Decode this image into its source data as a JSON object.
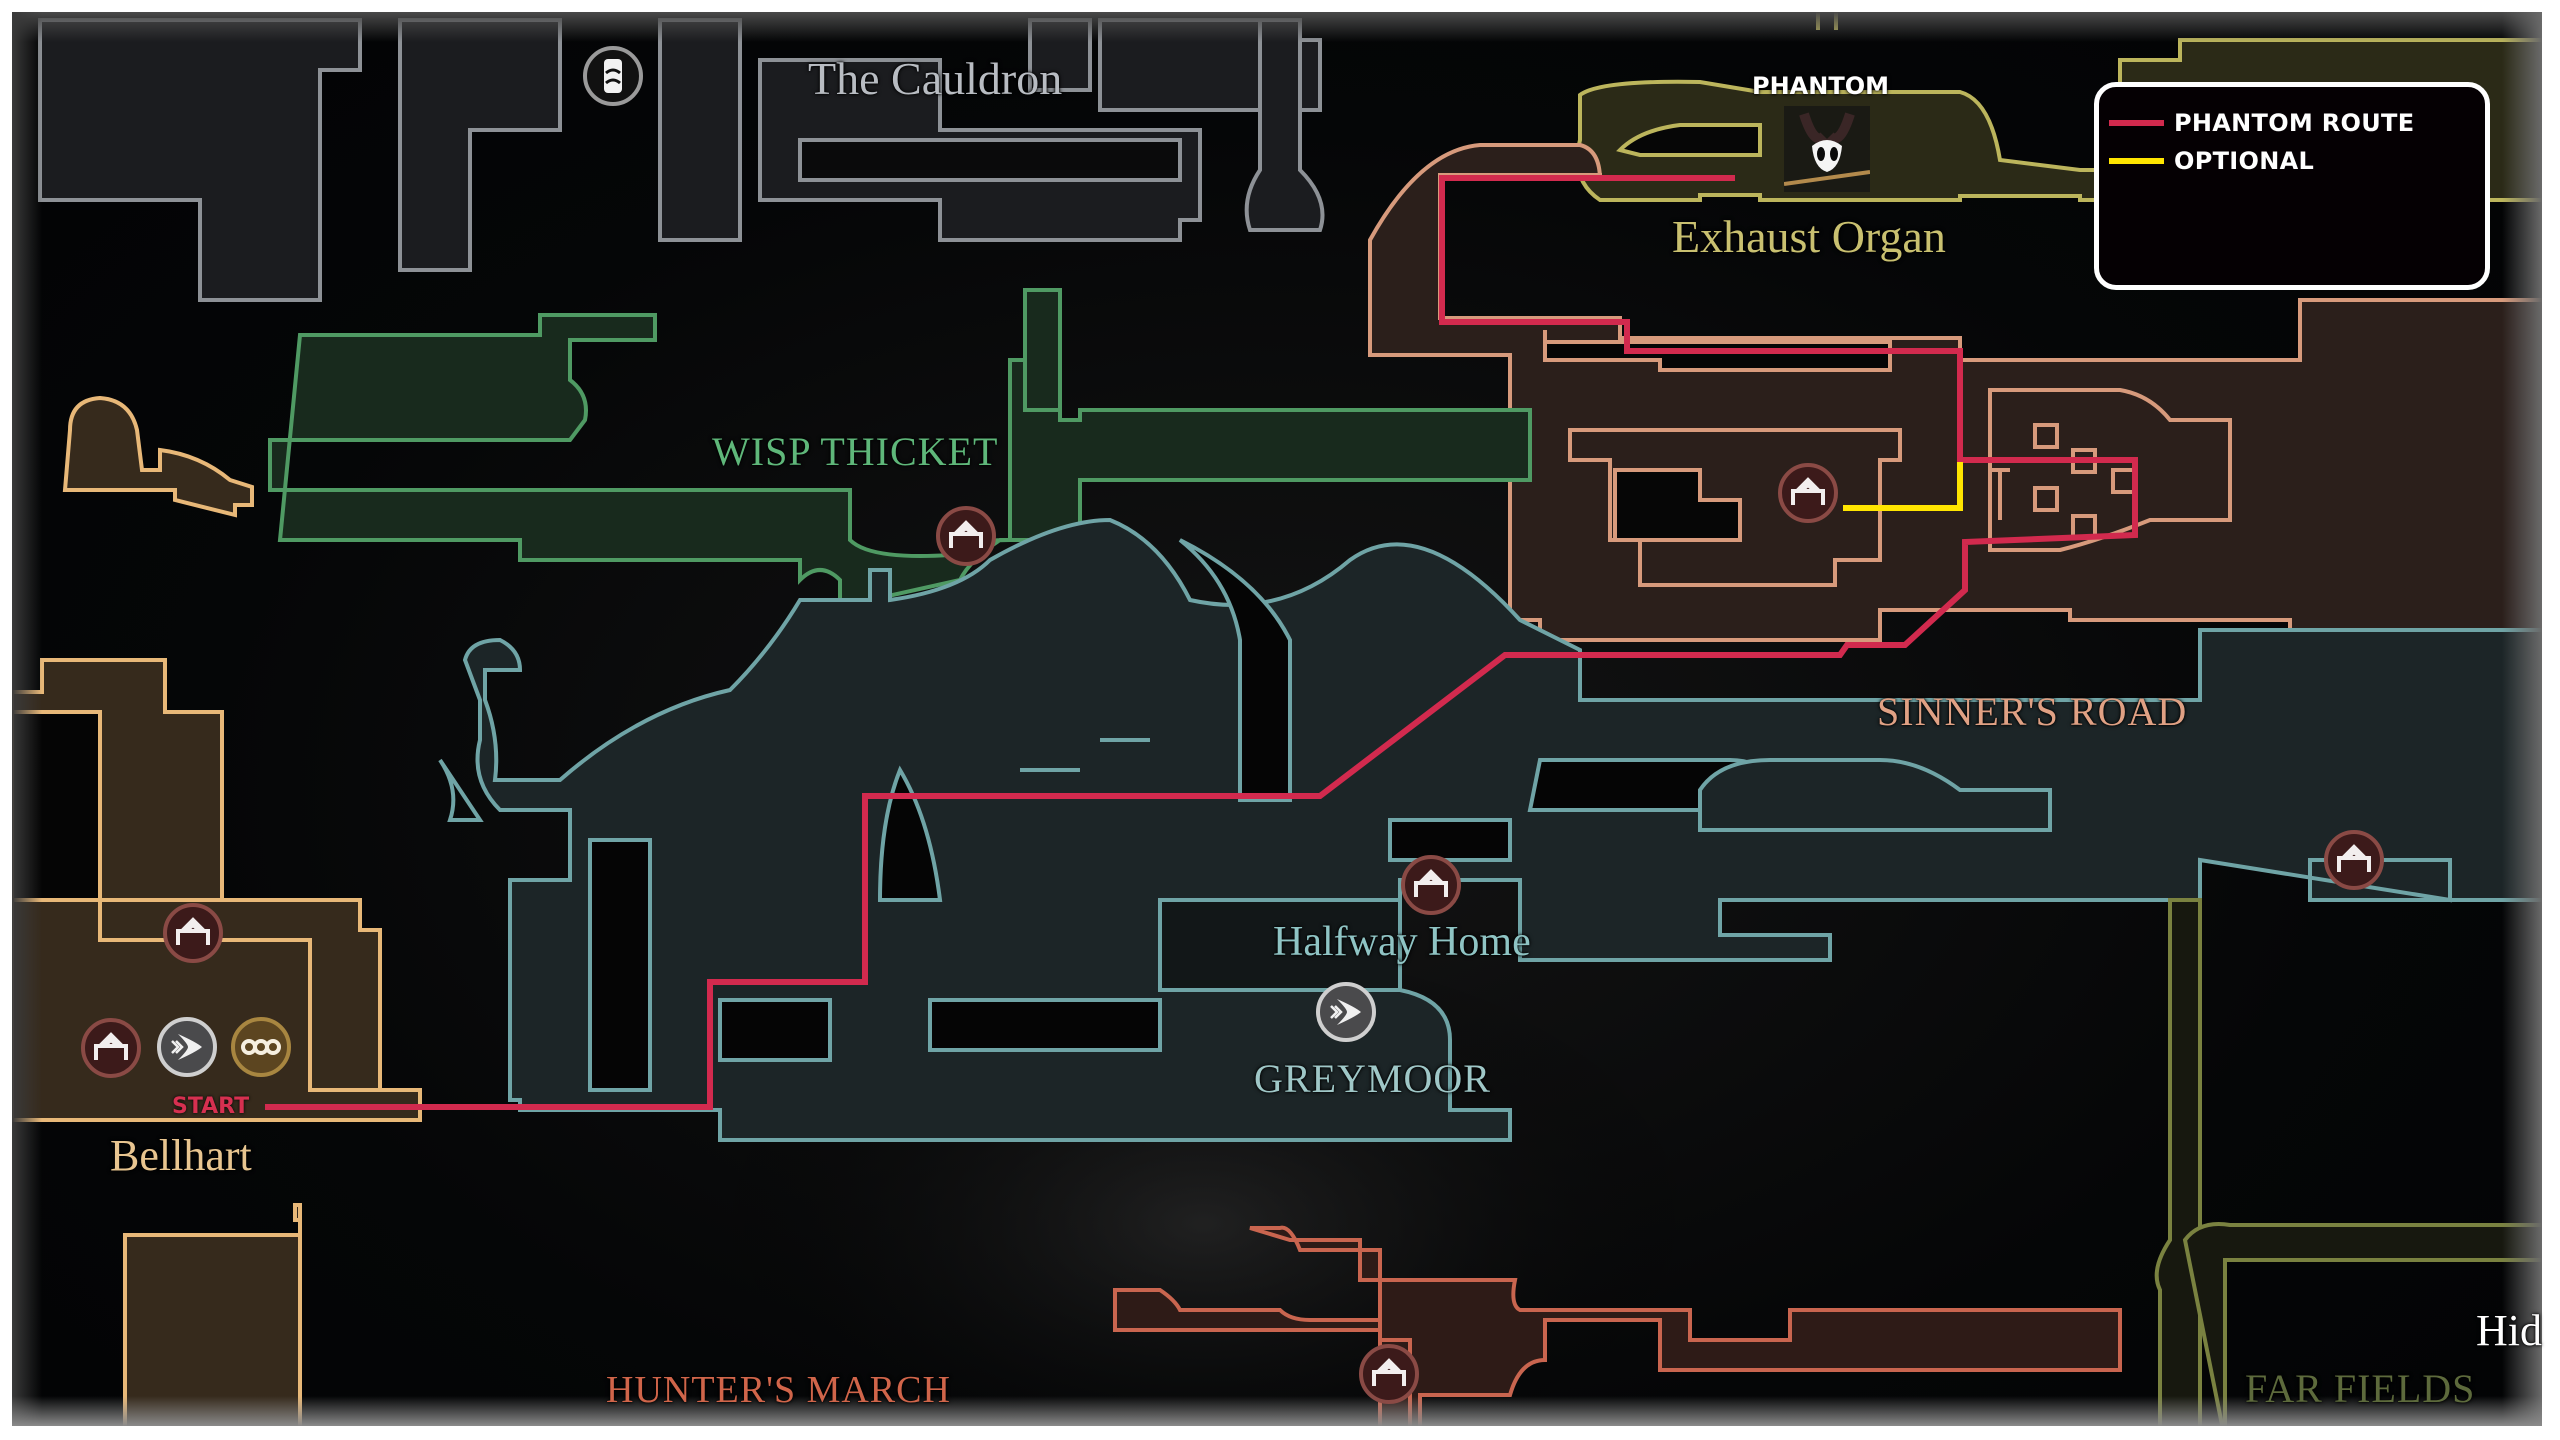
{
  "map": {
    "title": "Phantom route map",
    "areas": [
      {
        "id": "the-cauldron",
        "label": "The Cauldron",
        "color": "#b8bcc2"
      },
      {
        "id": "exhaust-organ",
        "label": "Exhaust Organ",
        "color": "#c9c070"
      },
      {
        "id": "wisp-thicket",
        "label": "WISP THICKET",
        "color": "#5fb77a"
      },
      {
        "id": "sinners-road",
        "label": "SINNER'S ROAD",
        "color": "#e0a184"
      },
      {
        "id": "halfway-home",
        "label": "Halfway Home",
        "color": "#8fc4c4"
      },
      {
        "id": "greymoor",
        "label": "GREYMOOR",
        "color": "#9fc7c7"
      },
      {
        "id": "bellhart",
        "label": "Bellhart",
        "color": "#e8c590"
      },
      {
        "id": "hunters-march",
        "label": "HUNTER'S MARCH",
        "color": "#d0654a"
      },
      {
        "id": "far-fields",
        "label": "FAR FIELDS",
        "color": "#5d6a3c"
      },
      {
        "id": "hidden-partial",
        "label": "Hid",
        "color": "#ffffff"
      }
    ],
    "markers": [
      {
        "type": "bench",
        "icon": "bench-icon",
        "area": "Bellhart"
      },
      {
        "type": "bench",
        "icon": "bench-icon",
        "area": "Bellhart"
      },
      {
        "type": "fast-travel",
        "icon": "bellway-icon",
        "area": "Bellhart"
      },
      {
        "type": "shop",
        "icon": "shop-icon",
        "area": "Bellhart"
      },
      {
        "type": "bench",
        "icon": "bench-icon",
        "area": "Wisp Thicket"
      },
      {
        "type": "bench",
        "icon": "bench-icon",
        "area": "Halfway Home"
      },
      {
        "type": "fast-travel",
        "icon": "bellway-icon",
        "area": "Greymoor"
      },
      {
        "type": "bench",
        "icon": "bench-icon",
        "area": "Sinner's Road"
      },
      {
        "type": "bench",
        "icon": "bench-icon",
        "area": "Greymoor east"
      },
      {
        "type": "bench",
        "icon": "bench-icon",
        "area": "Hunter's March"
      },
      {
        "type": "ventrica",
        "icon": "tram-icon",
        "area": "The Cauldron"
      }
    ],
    "start_label": "START",
    "boss": {
      "label": "PHANTOM",
      "icon": "phantom-boss-icon"
    }
  },
  "legend": {
    "items": [
      {
        "label": "PHANTOM ROUTE",
        "color": "#d22a4e"
      },
      {
        "label": "OPTIONAL",
        "color": "#ffe500"
      }
    ]
  },
  "colors": {
    "route": "#d22a4e",
    "optional": "#ffe500"
  }
}
